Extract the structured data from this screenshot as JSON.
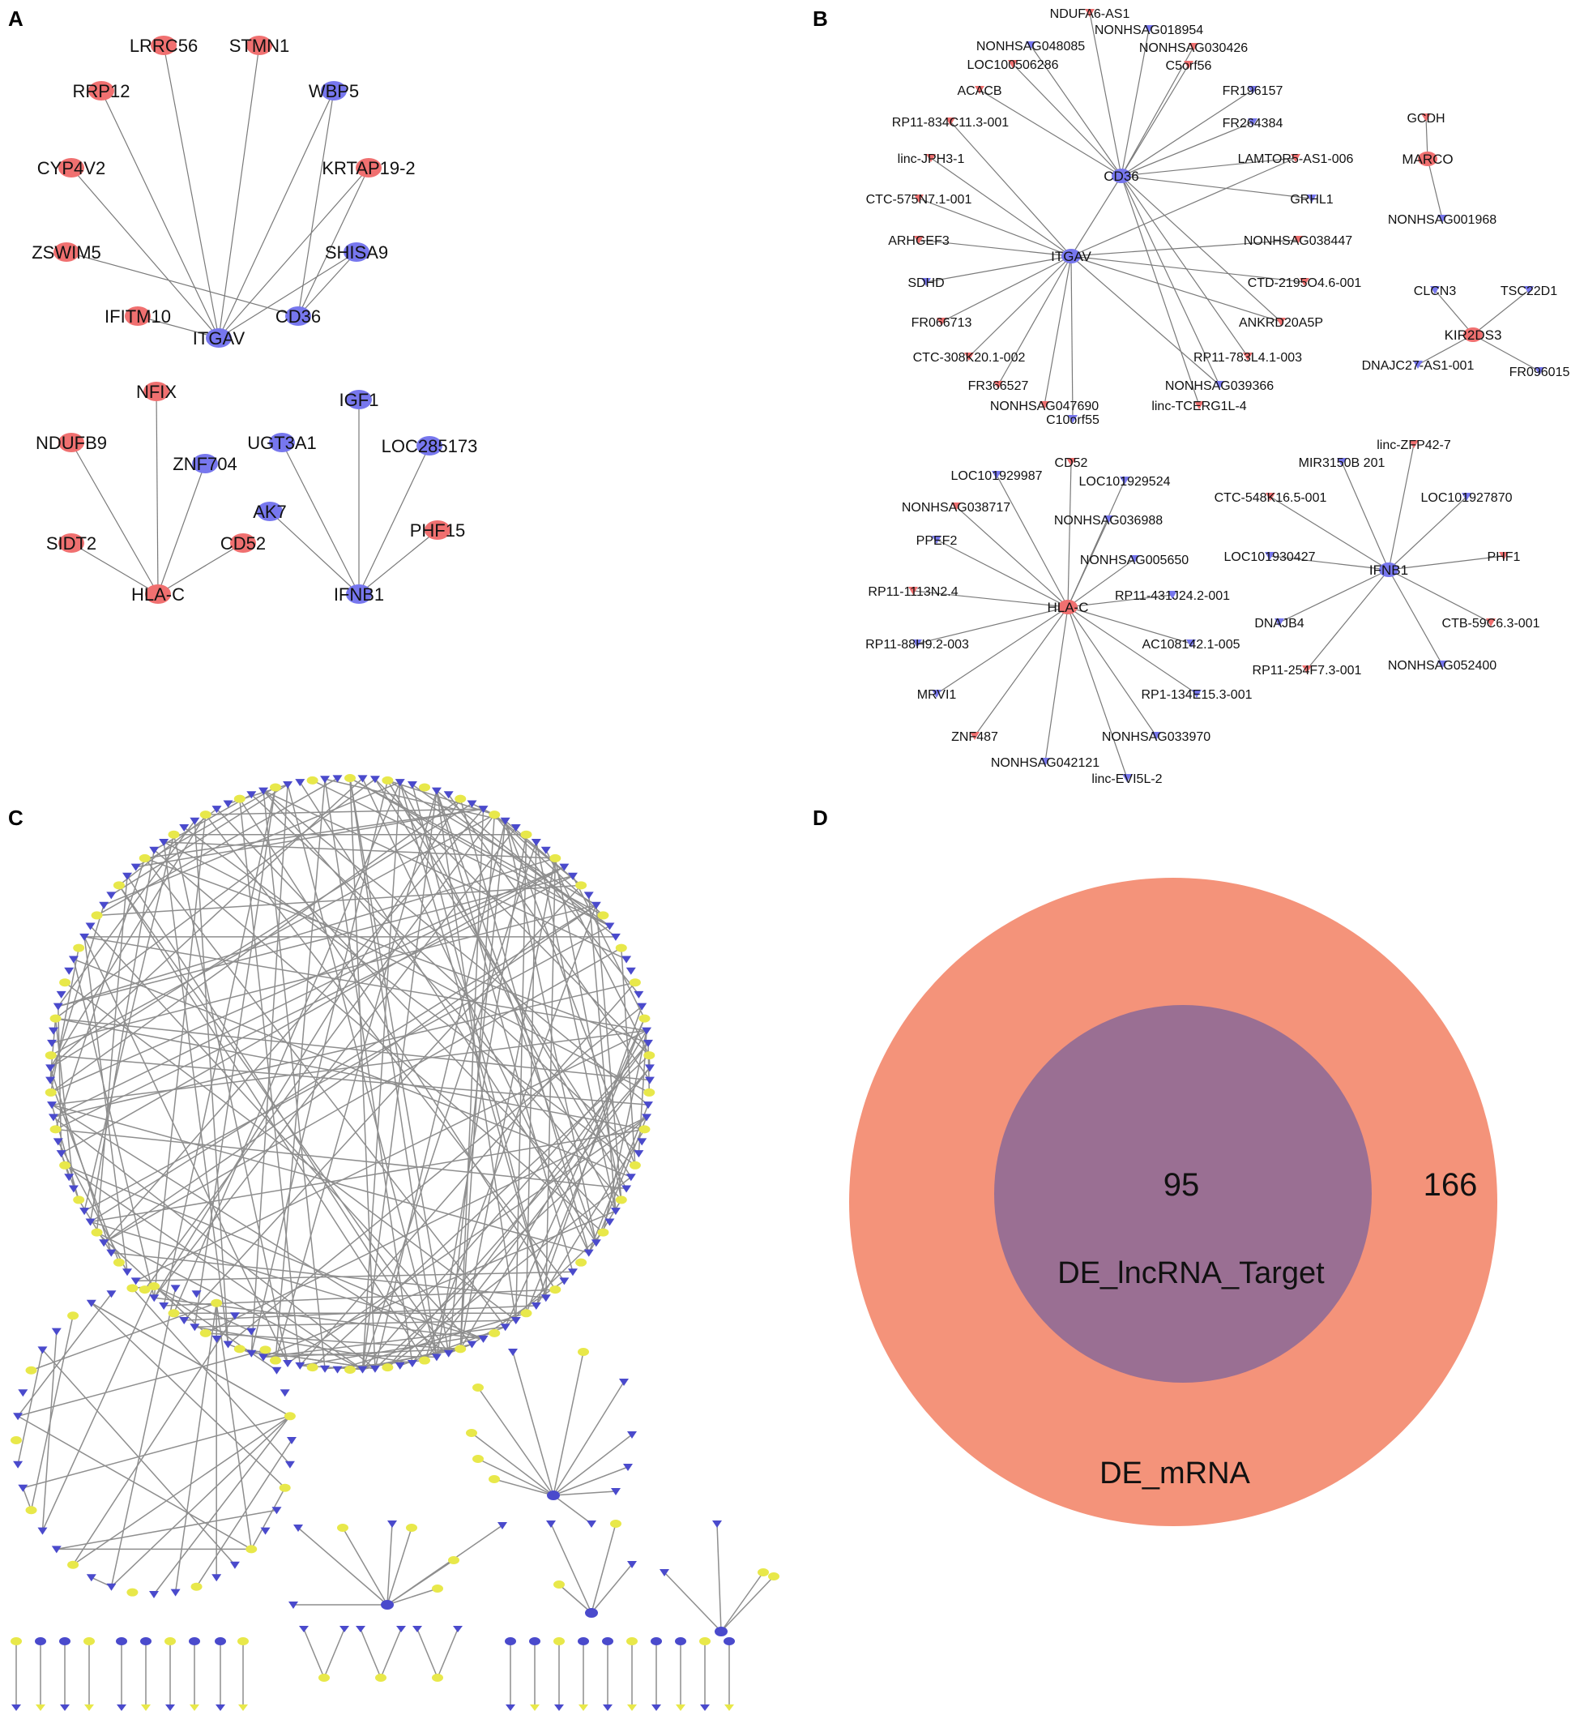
{
  "colors": {
    "red_node": "#f07070",
    "blue_node": "#7777ee",
    "yellow_node": "#e8e84a",
    "dark_blue_node": "#4a4acc",
    "edge": "#7a7a7a",
    "venn_outer": "#f4937a",
    "venn_inner": "#9a6f93"
  },
  "panels": {
    "A": {
      "letter": "A",
      "nodes": [
        {
          "id": "LRRC56",
          "label": "LRRC56",
          "color": "red"
        },
        {
          "id": "STMN1",
          "label": "STMN1",
          "color": "red"
        },
        {
          "id": "RRP12",
          "label": "RRP12",
          "color": "red"
        },
        {
          "id": "WBP5",
          "label": "WBP5",
          "color": "blue"
        },
        {
          "id": "CYP4V2",
          "label": "CYP4V2",
          "color": "red"
        },
        {
          "id": "KRTAP19-2",
          "label": "KRTAP19-2",
          "color": "red"
        },
        {
          "id": "ZSWIM5",
          "label": "ZSWIM5",
          "color": "red"
        },
        {
          "id": "SHISA9",
          "label": "SHISA9",
          "color": "blue"
        },
        {
          "id": "IFITM10",
          "label": "IFITM10",
          "color": "red"
        },
        {
          "id": "CD36",
          "label": "CD36",
          "color": "blue"
        },
        {
          "id": "ITGAV",
          "label": "ITGAV",
          "color": "blue"
        },
        {
          "id": "NFIX",
          "label": "NFIX",
          "color": "red"
        },
        {
          "id": "IGF1",
          "label": "IGF1",
          "color": "blue"
        },
        {
          "id": "NDUFB9",
          "label": "NDUFB9",
          "color": "red"
        },
        {
          "id": "UGT3A1",
          "label": "UGT3A1",
          "color": "blue"
        },
        {
          "id": "LOC285173",
          "label": "LOC285173",
          "color": "blue"
        },
        {
          "id": "ZNF704",
          "label": "ZNF704",
          "color": "blue"
        },
        {
          "id": "AK7",
          "label": "AK7",
          "color": "blue"
        },
        {
          "id": "PHF15",
          "label": "PHF15",
          "color": "red"
        },
        {
          "id": "SIDT2",
          "label": "SIDT2",
          "color": "red"
        },
        {
          "id": "CD52",
          "label": "CD52",
          "color": "red"
        },
        {
          "id": "HLA-C",
          "label": "HLA-C",
          "color": "red"
        },
        {
          "id": "IFNB1",
          "label": "IFNB1",
          "color": "blue"
        }
      ],
      "edges": [
        [
          "ITGAV",
          "LRRC56"
        ],
        [
          "ITGAV",
          "STMN1"
        ],
        [
          "ITGAV",
          "RRP12"
        ],
        [
          "ITGAV",
          "WBP5"
        ],
        [
          "ITGAV",
          "CYP4V2"
        ],
        [
          "ITGAV",
          "KRTAP19-2"
        ],
        [
          "ITGAV",
          "SHISA9"
        ],
        [
          "ITGAV",
          "IFITM10"
        ],
        [
          "CD36",
          "ZSWIM5"
        ],
        [
          "CD36",
          "SHISA9"
        ],
        [
          "CD36",
          "KRTAP19-2"
        ],
        [
          "CD36",
          "WBP5"
        ],
        [
          "HLA-C",
          "NFIX"
        ],
        [
          "HLA-C",
          "NDUFB9"
        ],
        [
          "HLA-C",
          "ZNF704"
        ],
        [
          "HLA-C",
          "SIDT2"
        ],
        [
          "HLA-C",
          "CD52"
        ],
        [
          "IFNB1",
          "IGF1"
        ],
        [
          "IFNB1",
          "UGT3A1"
        ],
        [
          "IFNB1",
          "LOC285173"
        ],
        [
          "IFNB1",
          "AK7"
        ],
        [
          "IFNB1",
          "PHF15"
        ]
      ]
    },
    "B": {
      "letter": "B",
      "hubs": [
        {
          "id": "CD36",
          "label": "CD36",
          "color": "blue"
        },
        {
          "id": "ITGAV",
          "label": "ITGAV",
          "color": "blue"
        },
        {
          "id": "MARCO",
          "label": "MARCO",
          "color": "red"
        },
        {
          "id": "KIR2DS3",
          "label": "KIR2DS3",
          "color": "red"
        },
        {
          "id": "HLA-C",
          "label": "HLA-C",
          "color": "red"
        },
        {
          "id": "IFNB1",
          "label": "IFNB1",
          "color": "blue"
        }
      ],
      "nodes": [
        {
          "id": "NDUFA6-AS1",
          "label": "NDUFA6-AS1",
          "color": "red",
          "hub": "CD36"
        },
        {
          "id": "NONHSAG018954",
          "label": "NONHSAG018954",
          "color": "blue",
          "hub": "CD36"
        },
        {
          "id": "NONHSAG048085",
          "label": "NONHSAG048085",
          "color": "blue",
          "hub": "CD36"
        },
        {
          "id": "NONHSAG030426",
          "label": "NONHSAG030426",
          "color": "red",
          "hub": "CD36"
        },
        {
          "id": "LOC100506286",
          "label": "LOC100506286",
          "color": "red",
          "hub": "CD36"
        },
        {
          "id": "C5orf56",
          "label": "C5orf56",
          "color": "red",
          "hub": "CD36"
        },
        {
          "id": "ACACB",
          "label": "ACACB",
          "color": "red",
          "hub": "CD36"
        },
        {
          "id": "FR196157",
          "label": "FR196157",
          "color": "blue",
          "hub": "CD36"
        },
        {
          "id": "FR264384",
          "label": "FR264384",
          "color": "blue",
          "hub": "CD36"
        },
        {
          "id": "RP11-834C11.3-001",
          "label": "RP11-834C11.3-001",
          "color": "red",
          "hub": "ITGAV"
        },
        {
          "id": "LAMTOR5-AS1-006",
          "label": "LAMTOR5-AS1-006",
          "color": "red",
          "hub": "CD36"
        },
        {
          "id": "linc-JPH3-1",
          "label": "linc-JPH3-1",
          "color": "red",
          "hub": "ITGAV"
        },
        {
          "id": "GRHL1",
          "label": "GRHL1",
          "color": "blue",
          "hub": "CD36"
        },
        {
          "id": "CTC-575N7.1-001",
          "label": "CTC-575N7.1-001",
          "color": "red",
          "hub": "ITGAV"
        },
        {
          "id": "ARHGEF3",
          "label": "ARHGEF3",
          "color": "red",
          "hub": "ITGAV"
        },
        {
          "id": "NONHSAG038447",
          "label": "NONHSAG038447",
          "color": "red",
          "hub": "ITGAV"
        },
        {
          "id": "SDHD",
          "label": "SDHD",
          "color": "blue",
          "hub": "ITGAV"
        },
        {
          "id": "CTD-2195O4.6-001",
          "label": "CTD-2195O4.6-001",
          "color": "red",
          "hub": "ITGAV"
        },
        {
          "id": "FR066713",
          "label": "FR066713",
          "color": "red",
          "hub": "ITGAV"
        },
        {
          "id": "ANKRD20A5P",
          "label": "ANKRD20A5P",
          "color": "red",
          "hub": "ITGAV"
        },
        {
          "id": "CTC-308K20.1-002",
          "label": "CTC-308K20.1-002",
          "color": "red",
          "hub": "ITGAV"
        },
        {
          "id": "RP11-783L4.1-003",
          "label": "RP11-783L4.1-003",
          "color": "red",
          "hub": "CD36"
        },
        {
          "id": "FR366527",
          "label": "FR366527",
          "color": "red",
          "hub": "ITGAV"
        },
        {
          "id": "NONHSAG039366",
          "label": "NONHSAG039366",
          "color": "blue",
          "hub": "ITGAV"
        },
        {
          "id": "NONHSAG047690",
          "label": "NONHSAG047690",
          "color": "red",
          "hub": "ITGAV"
        },
        {
          "id": "linc-TCERG1L-4",
          "label": "linc-TCERG1L-4",
          "color": "red",
          "hub": "CD36"
        },
        {
          "id": "C10orf55",
          "label": "C10orf55",
          "color": "blue",
          "hub": "ITGAV"
        },
        {
          "id": "GCDH",
          "label": "GCDH",
          "color": "red",
          "hub": "MARCO"
        },
        {
          "id": "NONHSAG001968",
          "label": "NONHSAG001968",
          "color": "blue",
          "hub": "MARCO"
        },
        {
          "id": "CLCN3",
          "label": "CLCN3",
          "color": "blue",
          "hub": "KIR2DS3"
        },
        {
          "id": "TSC22D1",
          "label": "TSC22D1",
          "color": "blue",
          "hub": "KIR2DS3"
        },
        {
          "id": "DNAJC27-AS1-001",
          "label": "DNAJC27-AS1-001",
          "color": "blue",
          "hub": "KIR2DS3"
        },
        {
          "id": "FR096015",
          "label": "FR096015",
          "color": "blue",
          "hub": "KIR2DS3"
        },
        {
          "id": "CD52",
          "label": "CD52",
          "color": "red",
          "hub": "HLA-C"
        },
        {
          "id": "LOC101929987",
          "label": "LOC101929987",
          "color": "blue",
          "hub": "HLA-C"
        },
        {
          "id": "LOC101929524",
          "label": "LOC101929524",
          "color": "blue",
          "hub": "HLA-C"
        },
        {
          "id": "NONHSAG038717",
          "label": "NONHSAG038717",
          "color": "red",
          "hub": "HLA-C"
        },
        {
          "id": "NONHSAG036988",
          "label": "NONHSAG036988",
          "color": "blue",
          "hub": "HLA-C"
        },
        {
          "id": "PPEF2",
          "label": "PPEF2",
          "color": "blue",
          "hub": "HLA-C"
        },
        {
          "id": "NONHSAG005650",
          "label": "NONHSAG005650",
          "color": "blue",
          "hub": "HLA-C"
        },
        {
          "id": "RP11-1113N2.4",
          "label": "RP11-1113N2.4",
          "color": "red",
          "hub": "HLA-C"
        },
        {
          "id": "RP11-431J24.2-001",
          "label": "RP11-431J24.2-001",
          "color": "blue",
          "hub": "HLA-C"
        },
        {
          "id": "RP11-88H9.2-003",
          "label": "RP11-88H9.2-003",
          "color": "blue",
          "hub": "HLA-C"
        },
        {
          "id": "AC108142.1-005",
          "label": "AC108142.1-005",
          "color": "blue",
          "hub": "HLA-C"
        },
        {
          "id": "MRVI1",
          "label": "MRVI1",
          "color": "blue",
          "hub": "HLA-C"
        },
        {
          "id": "RP1-134E15.3-001",
          "label": "RP1-134E15.3-001",
          "color": "blue",
          "hub": "HLA-C"
        },
        {
          "id": "ZNF487",
          "label": "ZNF487",
          "color": "red",
          "hub": "HLA-C"
        },
        {
          "id": "NONHSAG033970",
          "label": "NONHSAG033970",
          "color": "blue",
          "hub": "HLA-C"
        },
        {
          "id": "NONHSAG042121",
          "label": "NONHSAG042121",
          "color": "blue",
          "hub": "HLA-C"
        },
        {
          "id": "linc-EVI5L-2",
          "label": "linc-EVI5L-2",
          "color": "blue",
          "hub": "HLA-C"
        },
        {
          "id": "linc-ZFP42-7",
          "label": "linc-ZFP42-7",
          "color": "red",
          "hub": "IFNB1"
        },
        {
          "id": "MIR3150B 201",
          "label": "MIR3150B 201",
          "color": "blue",
          "hub": "IFNB1"
        },
        {
          "id": "CTC-548K16.5-001",
          "label": "CTC-548K16.5-001",
          "color": "red",
          "hub": "IFNB1"
        },
        {
          "id": "LOC101927870",
          "label": "LOC101927870",
          "color": "blue",
          "hub": "IFNB1"
        },
        {
          "id": "LOC101930427",
          "label": "LOC101930427",
          "color": "blue",
          "hub": "IFNB1"
        },
        {
          "id": "PHF1",
          "label": "PHF1",
          "color": "red",
          "hub": "IFNB1"
        },
        {
          "id": "DNAJB4",
          "label": "DNAJB4",
          "color": "blue",
          "hub": "IFNB1"
        },
        {
          "id": "CTB-59C6.3-001",
          "label": "CTB-59C6.3-001",
          "color": "red",
          "hub": "IFNB1"
        },
        {
          "id": "RP11-254F7.3-001",
          "label": "RP11-254F7.3-001",
          "color": "red",
          "hub": "IFNB1"
        },
        {
          "id": "NONHSAG052400",
          "label": "NONHSAG052400",
          "color": "blue",
          "hub": "IFNB1"
        }
      ]
    },
    "C": {
      "letter": "C"
    },
    "D": {
      "letter": "D",
      "venn": {
        "outer_label": "DE_mRNA",
        "outer_only_count": "166",
        "inner_label": "DE_lncRNA_Target",
        "overlap_count": "95"
      }
    }
  }
}
